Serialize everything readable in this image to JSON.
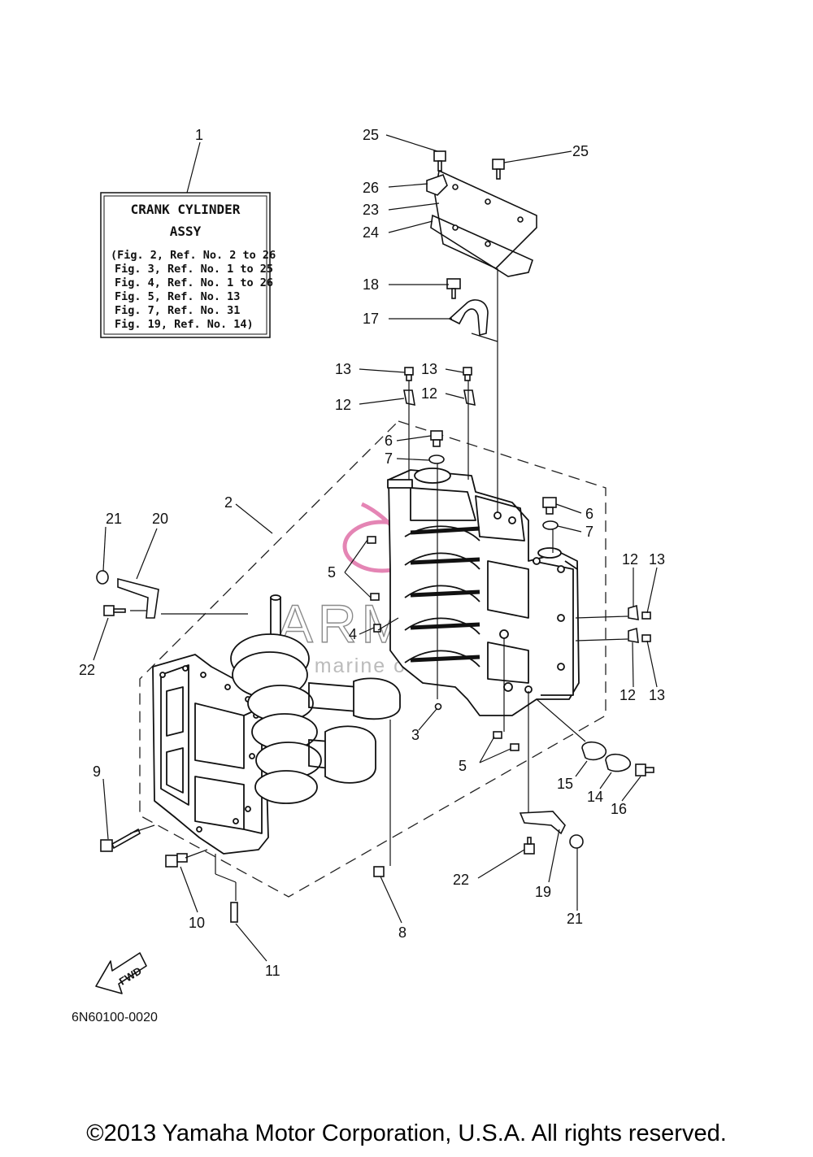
{
  "assembly_box": {
    "title_line1": "CRANK CYLINDER",
    "title_line2": "ASSY",
    "refs": [
      "(Fig. 2, Ref. No. 2 to 26",
      "Fig. 3, Ref. No. 1 to 25",
      "Fig. 4, Ref. No. 1 to 26",
      "Fig. 5, Ref. No. 13",
      "Fig. 7, Ref. No. 31",
      "Fig. 19, Ref. No. 14)"
    ]
  },
  "callouts": {
    "c1": "1",
    "c2": "2",
    "c3": "3",
    "c4": "4",
    "c5a": "5",
    "c5b": "5",
    "c6a": "6",
    "c6b": "6",
    "c7a": "7",
    "c7b": "7",
    "c8": "8",
    "c9": "9",
    "c10": "10",
    "c11": "11",
    "c12a": "12",
    "c12b": "12",
    "c12c": "12",
    "c12d": "12",
    "c13a": "13",
    "c13b": "13",
    "c13c": "13",
    "c13d": "13",
    "c14": "14",
    "c15": "15",
    "c16": "16",
    "c17": "17",
    "c18": "18",
    "c19": "19",
    "c20": "20",
    "c21a": "21",
    "c21b": "21",
    "c22a": "22",
    "c22b": "22",
    "c23": "23",
    "c24": "24",
    "c25a": "25",
    "c25b": "25",
    "c26": "26"
  },
  "fwd_label": "FWD",
  "diagram_code": "6N60100-0020",
  "watermark": {
    "brand": "ARMADA",
    "tagline": "marine outboards"
  },
  "copyright": "©2013 Yamaha Motor Corporation, U.S.A. All rights reserved."
}
